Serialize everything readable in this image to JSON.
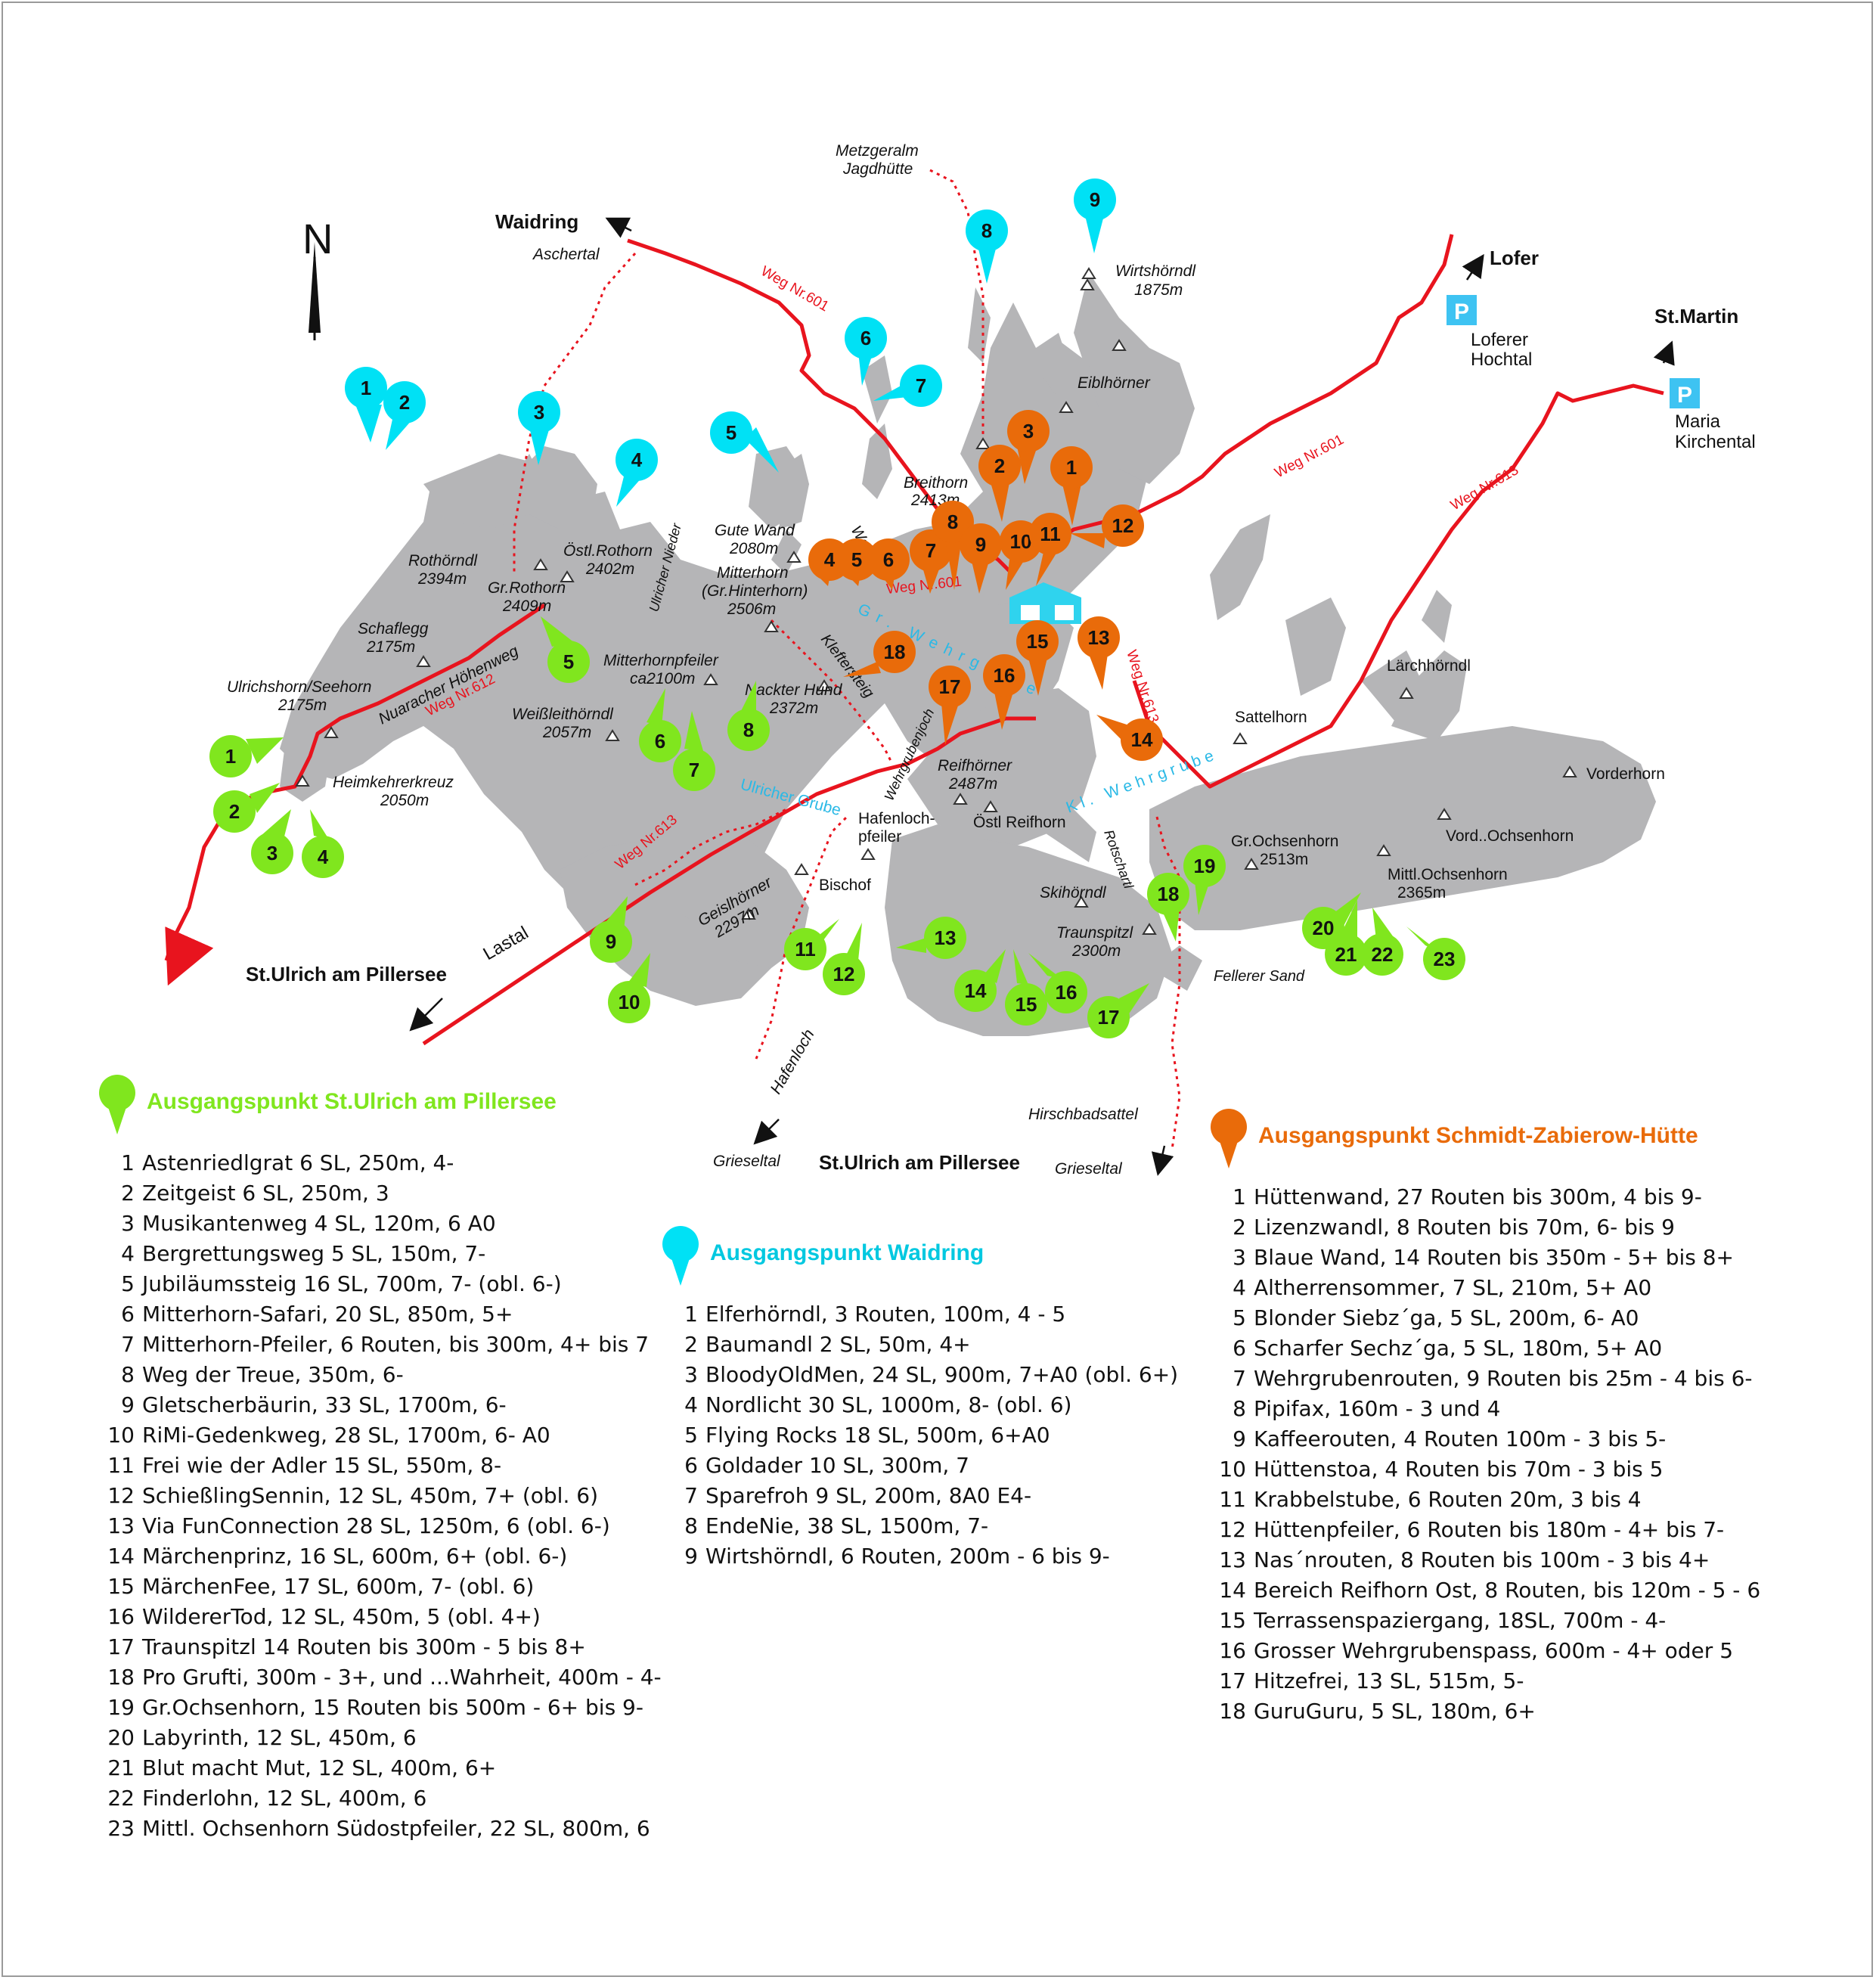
{
  "colors": {
    "green": "#80e61e",
    "cyan": "#00e1f5",
    "orange": "#e96b0a",
    "route_red": "#e8141e",
    "water_label": "#2ab9e6",
    "mountain_gray": "#b5b5b7",
    "hut_blue": "#2fd3ee",
    "parking_blue": "#3ec3f2"
  },
  "map": {
    "north_label": "N",
    "towns": {
      "waidring": "Waidring",
      "lofer": "Lofer",
      "st_martin": "St.Martin",
      "st_ulrich_left": "St.Ulrich am Pillersee",
      "st_ulrich_bottom": "St.Ulrich am Pillersee"
    },
    "parking_label": "P",
    "places": {
      "aschertal": "Aschertal",
      "metzgeralm_1": "Metzgeralm",
      "metzgeralm_2": "Jagdhütte",
      "loferer_1": "Loferer",
      "loferer_2": "Hochtal",
      "maria_1": "Maria",
      "maria_2": "Kirchental",
      "lastal": "Lastal",
      "hafenloch": "Hafenloch",
      "grieseltal_1": "Grieseltal",
      "grieseltal_2": "Grieseltal",
      "hirschbadsattel": "Hirschbadsattel",
      "fellerer_sand": "Fellerer Sand",
      "rotschartl": "Rotschartl",
      "wehrgrubenjoch": "Wehrgrubenjoch",
      "kletter": "Kleftersteig",
      "nuaracher": "Nuaracher Höhenweg",
      "ulricher_nieder": "Ulricher Nieder",
      "waid": "Waid"
    },
    "peaks": {
      "wirtshoerndl_1": "Wirtshörndl",
      "wirtshoerndl_2": "1875m",
      "eiblhoerner": "Eiblhörner",
      "breithorn_1": "Breithorn",
      "breithorn_2": "2413m",
      "gute_wand_1": "Gute Wand",
      "gute_wand_2": "2080m",
      "oestl_rothorn_1": "Östl.Rothorn",
      "oestl_rothorn_2": "2402m",
      "rothoerndl_1": "Rothörndl",
      "rothoerndl_2": "2394m",
      "gr_rothorn_1": "Gr.Rothorn",
      "gr_rothorn_2": "2409m",
      "schaflegg_1": "Schaflegg",
      "schaflegg_2": "2175m",
      "ulrichshorn_1": "Ulrichshorn/Seehorn",
      "ulrichshorn_2": "2175m",
      "heimkehrer_1": "Heimkehrerkreuz",
      "heimkehrer_2": "2050m",
      "mitterhorn_1": "Mitterhorn",
      "mitterhorn_2": "(Gr.Hinterhorn)",
      "mitterhorn_3": "2506m",
      "mitterhornpfeiler_1": "Mitterhornpfeiler",
      "mitterhornpfeiler_2": "ca2100m",
      "nackter_hund_1": "Nackter Hund",
      "nackter_hund_2": "2372m",
      "weissleith_1": "Weißleithörndl",
      "weissleith_2": "2057m",
      "reifhoerner_1": "Reifhörner",
      "reifhoerner_2": "2487m",
      "oestl_reifhorn": "Östl Reifhorn",
      "hafenlochpfeiler_1": "Hafenloch-",
      "hafenlochpfeiler_2": "pfeiler",
      "geislhoerner_1": "Geislhörner",
      "geislhoerner_2": "2297m",
      "bischof": "Bischof",
      "skihoerndl": "Skihörndl",
      "traunspitzl_1": "Traunspitzl",
      "traunspitzl_2": "2300m",
      "gr_ochsenhorn_1": "Gr.Ochsenhorn",
      "gr_ochsenhorn_2": "2513m",
      "mittl_ochsenhorn_1": "Mittl.Ochsenhorn",
      "mittl_ochsenhorn_2": "2365m",
      "vord_ochsenhorn": "Vord..Ochsenhorn",
      "vorderhorn": "Vorderhorn",
      "sattelhorn": "Sattelhorn",
      "laerchhoerndl": "Lärchhörndl"
    },
    "trails": {
      "weg601_a": "Weg Nr.601",
      "weg601_b": "Weg Nr.601",
      "weg601_c": "Weg Nr.601",
      "weg612": "Weg Nr.612",
      "weg613_a": "Weg Nr.613",
      "weg613_b": "Weg Nr.613",
      "weg613_c": "Weg Nr.613"
    },
    "water": {
      "grosse_wehrgrube": "Gr. Wehrgrube",
      "ulricher_grube": "Ulricher Grube",
      "kl_wehrgrube": "Kl. Wehrgrube"
    }
  },
  "markers": {
    "green": [
      "1",
      "2",
      "3",
      "4",
      "5",
      "6",
      "7",
      "8",
      "9",
      "10",
      "11",
      "12",
      "13",
      "14",
      "15",
      "16",
      "17",
      "18",
      "19",
      "20",
      "21",
      "22",
      "23"
    ],
    "cyan": [
      "1",
      "2",
      "3",
      "4",
      "5",
      "6",
      "7",
      "8",
      "9"
    ],
    "orange": [
      "1",
      "2",
      "3",
      "4",
      "5",
      "6",
      "7",
      "8",
      "9",
      "10",
      "11",
      "12",
      "13",
      "14",
      "15",
      "16",
      "17",
      "18"
    ]
  },
  "legends": {
    "st_ulrich": {
      "title": "Ausgangspunkt St.Ulrich am Pillersee",
      "items": [
        {
          "n": "1",
          "t": "Astenriedlgrat 6 SL, 250m, 4-"
        },
        {
          "n": "2",
          "t": "Zeitgeist 6 SL, 250m, 3"
        },
        {
          "n": "3",
          "t": "Musikantenweg 4 SL, 120m, 6 A0"
        },
        {
          "n": "4",
          "t": "Bergrettungsweg 5 SL, 150m, 7-"
        },
        {
          "n": "5",
          "t": "Jubiläumssteig 16 SL, 700m, 7- (obl. 6-)"
        },
        {
          "n": "6",
          "t": "Mitterhorn-Safari, 20 SL, 850m, 5+"
        },
        {
          "n": "7",
          "t": "Mitterhorn-Pfeiler, 6 Routen, bis 300m, 4+ bis 7"
        },
        {
          "n": "8",
          "t": "Weg der Treue, 350m, 6-"
        },
        {
          "n": "9",
          "t": "Gletscherbäurin,  33 SL, 1700m, 6-"
        },
        {
          "n": "10",
          "t": "RiMi-Gedenkweg,  28 SL, 1700m, 6- A0"
        },
        {
          "n": "11",
          "t": "Frei wie der Adler 15 SL, 550m, 8-"
        },
        {
          "n": "12",
          "t": "SchießlingSennin, 12 SL, 450m, 7+ (obl. 6)"
        },
        {
          "n": "13",
          "t": "Via FunConnection 28 SL, 1250m, 6 (obl. 6-)"
        },
        {
          "n": "14",
          "t": "Märchenprinz, 16 SL, 600m, 6+ (obl. 6-)"
        },
        {
          "n": "15",
          "t": "MärchenFee, 17 SL, 600m, 7- (obl. 6)"
        },
        {
          "n": "16",
          "t": "WildererTod, 12 SL, 450m, 5 (obl. 4+)"
        },
        {
          "n": "17",
          "t": "Traunspitzl 14 Routen bis 300m - 5 bis 8+"
        },
        {
          "n": "18",
          "t": "Pro Grufti, 300m - 3+, und ...Wahrheit, 400m - 4-"
        },
        {
          "n": "19",
          "t": "Gr.Ochsenhorn, 15 Routen bis 500m - 6+ bis 9-"
        },
        {
          "n": "20",
          "t": "Labyrinth, 12 SL, 450m, 6"
        },
        {
          "n": "21",
          "t": "Blut macht Mut, 12 SL, 400m, 6+"
        },
        {
          "n": "22",
          "t": "Finderlohn, 12 SL, 400m, 6"
        },
        {
          "n": "23",
          "t": "Mittl. Ochsenhorn Südostpfeiler,  22 SL, 800m, 6"
        }
      ]
    },
    "waidring": {
      "title": "Ausgangspunkt Waidring",
      "items": [
        {
          "n": "1",
          "t": "Elferhörndl, 3 Routen, 100m, 4 - 5"
        },
        {
          "n": "2",
          "t": "Baumandl 2 SL, 50m, 4+"
        },
        {
          "n": "3",
          "t": "BloodyOldMen, 24 SL, 900m, 7+A0 (obl. 6+)"
        },
        {
          "n": "4",
          "t": "Nordlicht 30 SL, 1000m, 8- (obl. 6)"
        },
        {
          "n": "5",
          "t": "Flying Rocks 18 SL, 500m, 6+A0"
        },
        {
          "n": "6",
          "t": "Goldader 10 SL, 300m, 7"
        },
        {
          "n": "7",
          "t": "Sparefroh 9 SL, 200m, 8A0 E4-"
        },
        {
          "n": "8",
          "t": "EndeNie, 38 SL, 1500m, 7-"
        },
        {
          "n": "9",
          "t": "Wirtshörndl, 6 Routen, 200m - 6 bis 9-"
        }
      ]
    },
    "schmidt": {
      "title": "Ausgangspunkt Schmidt-Zabierow-Hütte",
      "items": [
        {
          "n": "1",
          "t": "Hüttenwand, 27 Routen bis 300m, 4 bis 9-"
        },
        {
          "n": "2",
          "t": "Lizenzwandl, 8 Routen bis 70m, 6- bis 9"
        },
        {
          "n": "3",
          "t": "Blaue Wand, 14 Routen bis 350m - 5+ bis 8+"
        },
        {
          "n": "4",
          "t": "Altherrensommer, 7 SL, 210m, 5+ A0"
        },
        {
          "n": "5",
          "t": "Blonder Siebz´ga, 5 SL, 200m, 6- A0"
        },
        {
          "n": "6",
          "t": "Scharfer Sechz´ga, 5 SL, 180m, 5+ A0"
        },
        {
          "n": "7",
          "t": "Wehrgrubenrouten, 9 Routen bis 25m - 4 bis 6-"
        },
        {
          "n": "8",
          "t": "Pipifax, 160m - 3 und 4"
        },
        {
          "n": "9",
          "t": "Kaffeerouten, 4 Routen 100m - 3 bis 5-"
        },
        {
          "n": "10",
          "t": "Hüttenstoa, 4 Routen bis 70m - 3 bis 5"
        },
        {
          "n": "11",
          "t": "Krabbelstube, 6 Routen 20m, 3 bis 4"
        },
        {
          "n": "12",
          "t": "Hüttenpfeiler, 6 Routen bis 180m - 4+ bis 7-"
        },
        {
          "n": "13",
          "t": "Nas´nrouten, 8 Routen bis 100m - 3 bis 4+"
        },
        {
          "n": "14",
          "t": "Bereich Reifhorn Ost, 8 Routen, bis 120m - 5 - 6"
        },
        {
          "n": "15",
          "t": "Terrassenspaziergang, 18SL, 700m - 4-"
        },
        {
          "n": "16",
          "t": "Grosser Wehrgrubenspass, 600m - 4+ oder 5"
        },
        {
          "n": "17",
          "t": "Hitzefrei, 13 SL, 515m, 5-"
        },
        {
          "n": "18",
          "t": "GuruGuru, 5 SL, 180m, 6+"
        }
      ]
    }
  }
}
